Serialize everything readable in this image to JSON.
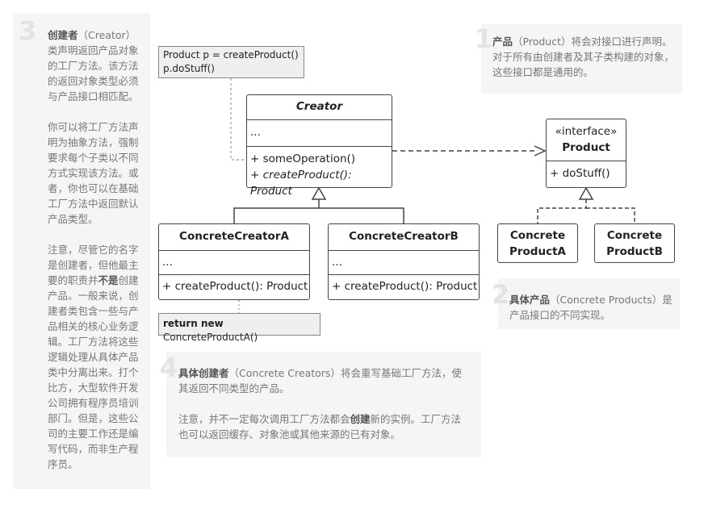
{
  "notes": {
    "n3": {
      "num": "3",
      "p1_bold": "创建者",
      "p1_rest": "（Creator）类声明返回产品对象的工厂方法。该方法的返回对象类型必须与产品接口相匹配。",
      "p2": "你可以将工厂方法声明为抽象方法，强制要求每个子类以不同方式实现该方法。或者，你也可以在基础工厂方法中返回默认产品类型。",
      "p3_a": "注意，尽管它的名字是创建者，但他最主要的职责并",
      "p3_bold": "不是",
      "p3_b": "创建产品。一般来说，创建者类包含一些与产品相关的核心业务逻辑。工厂方法将这些逻辑处理从具体产品类中分离出来。打个比方，大型软件开发公司拥有程序员培训部门。但是，这些公司的主要工作还是编写代码，而非生产程序员。"
    },
    "n1": {
      "num": "1",
      "bold": "产品",
      "rest": "（Product）将会对接口进行声明。对于所有由创建者及其子类构建的对象，这些接口都是通用的。"
    },
    "n2": {
      "num": "2",
      "bold": "具体产品",
      "rest": "（Concrete Products）是产品接口的不同实现。"
    },
    "n4": {
      "num": "4",
      "bold": "具体创建者",
      "rest": "（Concrete Creators）将会重写基础工厂方法，使其返回不同类型的产品。",
      "p2_a": "注意，并不一定每次调用工厂方法都会",
      "p2_bold": "创建",
      "p2_b": "新的实例。工厂方法也可以返回缓存、对象池或其他来源的已有对象。"
    }
  },
  "code_top": {
    "line1": "Product p = createProduct()",
    "line2": "p.doStuff()"
  },
  "code_bottom": {
    "kw": "return new",
    "rest": " ConcreteProductA()"
  },
  "creator": {
    "title": "Creator",
    "fields": "...",
    "method1": "+ someOperation()",
    "method2": "+ createProduct(): Product"
  },
  "creator_a": {
    "title": "ConcreteCreatorA",
    "fields": "...",
    "method1": "+ createProduct(): Product"
  },
  "creator_b": {
    "title": "ConcreteCreatorB",
    "fields": "...",
    "method1": "+ createProduct(): Product"
  },
  "product": {
    "stereotype": "«interface»",
    "title": "Product",
    "method1": "+ doStuff()"
  },
  "product_a": {
    "line1": "Concrete",
    "line2": "ProductA"
  },
  "product_b": {
    "line1": "Concrete",
    "line2": "ProductB"
  }
}
